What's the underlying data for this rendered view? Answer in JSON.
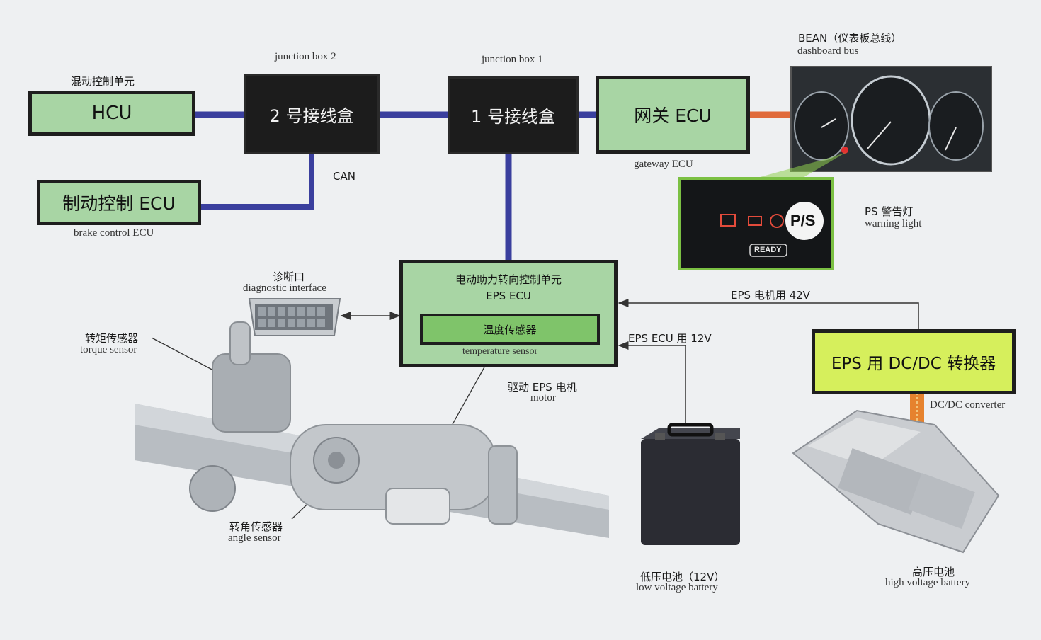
{
  "boxes": {
    "hcu": "HCU",
    "junction2": "2 号接线盒",
    "junction1": "1 号接线盒",
    "gateway": "网关 ECU",
    "brake": "制动控制 ECU",
    "eps_ecu_zh": "电动助力转向控制单元",
    "eps_ecu_en": "EPS ECU",
    "temp_sensor": "温度传感器",
    "dcdc": "EPS 用 DC/DC 转换器"
  },
  "labels": {
    "hcu_zh": "混动控制单元",
    "junction2_en": "junction box 2",
    "junction1_en": "junction box 1",
    "bean_zh": "BEAN（仪表板总线）",
    "bean_en": "dashboard bus",
    "gateway_en": "gateway ECU",
    "can": "CAN",
    "brake_en": "brake control ECU",
    "ps_zh": "PS 警告灯",
    "ps_en": "warning light",
    "diag_zh": "诊断口",
    "diag_en": "diagnostic interface",
    "torque_zh": "转矩传感器",
    "torque_en": "torque sensor",
    "temp_en": "temperature sensor",
    "eps42": "EPS 电机用 42V",
    "eps12": "EPS ECU 用 12V",
    "motor_zh": "驱动 EPS 电机",
    "motor_en": "motor",
    "dcdc_en": "DC/DC converter",
    "angle_zh": "转角传感器",
    "angle_en": "angle sensor",
    "lv_zh": "低压电池（12V）",
    "lv_en": "low voltage battery",
    "hv_zh": "高压电池",
    "hv_en": "high voltage battery"
  },
  "ps_light": {
    "symbol": "P/S",
    "ready": "READY"
  },
  "colors": {
    "can_line": "#3a3f9e",
    "bean_line": "#e06a3a",
    "box_green": "#a8d5a4",
    "box_yellow": "#d6ef5c",
    "box_black": "#1c1c1c"
  }
}
